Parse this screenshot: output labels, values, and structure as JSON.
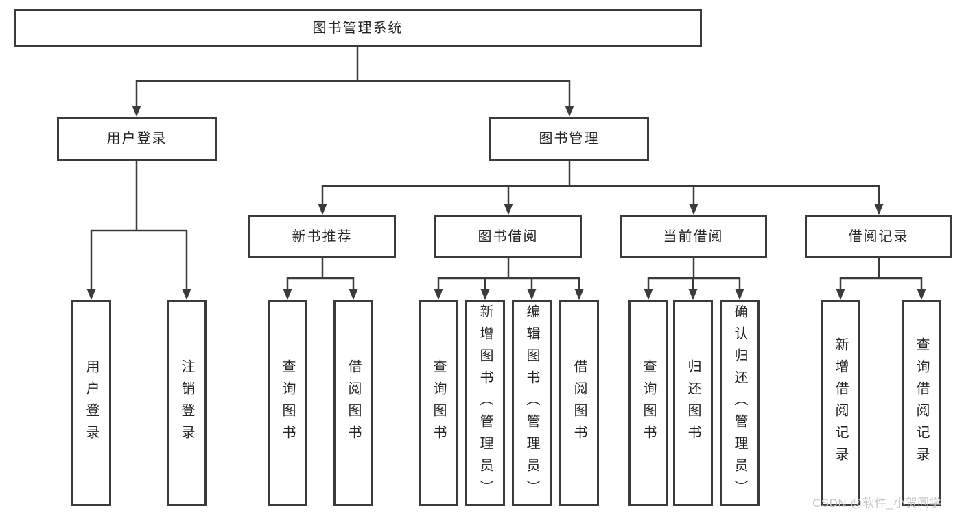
{
  "diagram": {
    "type": "hierarchy-tree",
    "orientation": "top-down"
  },
  "colors": {
    "background": "#ffffff",
    "line": "#3b3b3b",
    "box_border": "#3b3b3b",
    "text": "#252525",
    "watermark": "#c6c6c6"
  },
  "watermark": "CSDN @软件_小贺同学",
  "tree": {
    "label": "图书管理系统",
    "children": [
      {
        "label": "用户登录",
        "children": [
          {
            "label": "用户登录"
          },
          {
            "label": "注销登录"
          }
        ]
      },
      {
        "label": "图书管理",
        "children": [
          {
            "label": "新书推荐",
            "children": [
              {
                "label": "查询图书"
              },
              {
                "label": "借阅图书"
              }
            ]
          },
          {
            "label": "图书借阅",
            "children": [
              {
                "label": "查询图书"
              },
              {
                "label": "新增图书（管理员）"
              },
              {
                "label": "编辑图书（管理员）"
              },
              {
                "label": "借阅图书"
              }
            ]
          },
          {
            "label": "当前借阅",
            "children": [
              {
                "label": "查询图书"
              },
              {
                "label": "归还图书"
              },
              {
                "label": "确认归还（管理员）"
              }
            ]
          },
          {
            "label": "借阅记录",
            "children": [
              {
                "label": "新增借阅记录"
              },
              {
                "label": "查询借阅记录"
              }
            ]
          }
        ]
      }
    ]
  }
}
